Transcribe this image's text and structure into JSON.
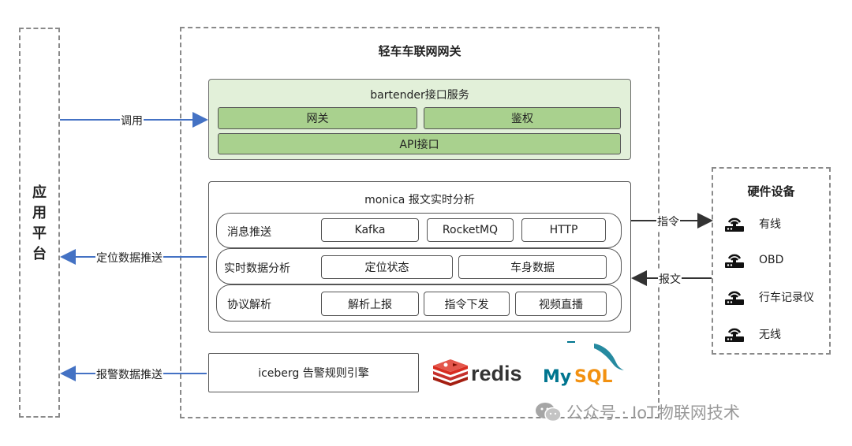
{
  "app_platform": {
    "title": "应\n用\n平\n台"
  },
  "gateway": {
    "title": "轻车车联网网关",
    "bartender": {
      "title": "bartender接口服务",
      "cells": [
        "网关",
        "鉴权"
      ],
      "api": "API接口"
    },
    "monica": {
      "title": "monica 报文实时分析",
      "rows": [
        {
          "label": "消息推送",
          "cells": [
            "Kafka",
            "RocketMQ",
            "HTTP"
          ]
        },
        {
          "label": "实时数据分析",
          "cells": [
            "定位状态",
            "车身数据"
          ]
        },
        {
          "label": "协议解析",
          "cells": [
            "解析上报",
            "指令下发",
            "视频直播"
          ]
        }
      ]
    },
    "iceberg": {
      "title": "iceberg 告警规则引擎"
    },
    "logos": {
      "redis": "redis",
      "mysql_my": "My",
      "mysql_sql": "SQL"
    }
  },
  "hardware": {
    "title": "硬件设备",
    "items": [
      "有线",
      "OBD",
      "行车记录仪",
      "无线"
    ]
  },
  "arrows": {
    "call": "调用",
    "location_push": "定位数据推送",
    "alarm_push": "报警数据推送",
    "command": "指令",
    "message": "报文"
  },
  "watermark": "公众号 · IoT物联网技术",
  "colors": {
    "arrow_blue": "#4472c4",
    "arrow_dark": "#333333",
    "green_light": "#e2f0d9",
    "green_cell": "#a9d18e",
    "redis_red": "#d82c20",
    "mysql_blue": "#00758f",
    "mysql_orange": "#f29111"
  }
}
